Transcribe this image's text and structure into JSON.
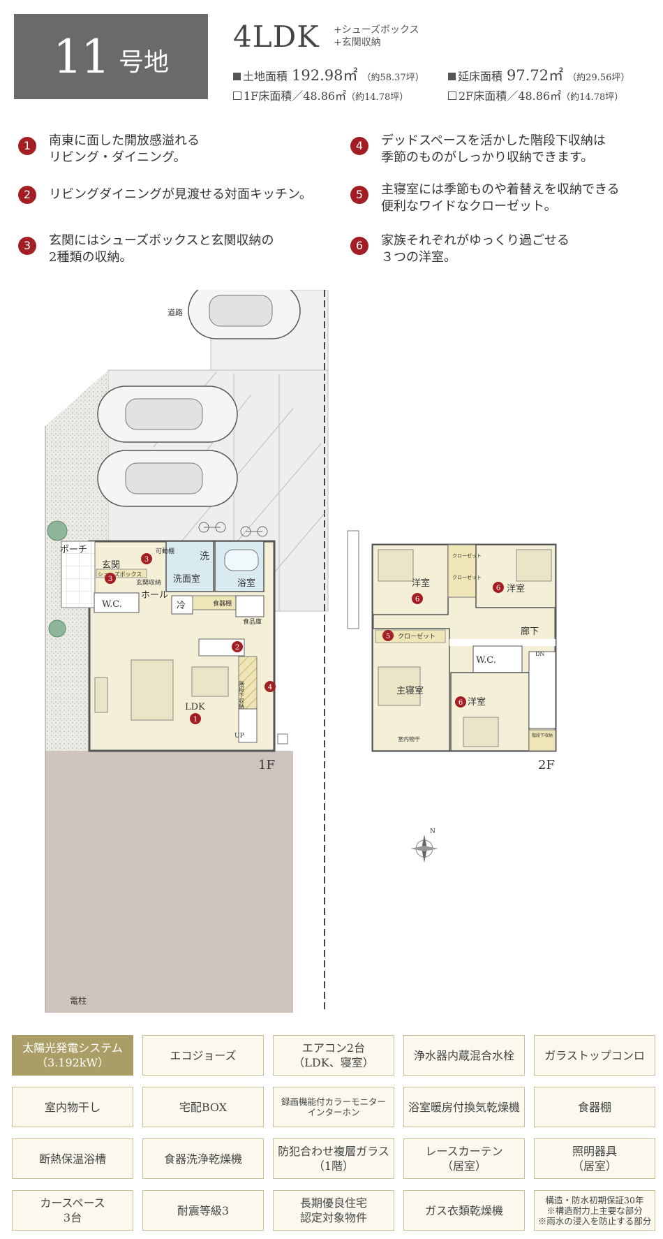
{
  "header": {
    "lot_number": "11",
    "lot_suffix": "号地",
    "layout": "4LDK",
    "layout_extras": [
      "+シューズボックス",
      "+玄関収納"
    ],
    "land_area": {
      "label": "土地面積",
      "value": "192.98㎡",
      "tsubo": "（約58.37坪）"
    },
    "total_floor_area": {
      "label": "延床面積",
      "value": "97.72㎡",
      "tsubo": "（約29.56坪）"
    },
    "floor1_area": {
      "label": "1F床面積／48.86㎡",
      "tsubo": "（約14.78坪）"
    },
    "floor2_area": {
      "label": "2F床面積／48.86㎡",
      "tsubo": "（約14.78坪）"
    }
  },
  "features": [
    {
      "num": "1",
      "lines": [
        "南東に面した開放感溢れる",
        "リビング・ダイニング。"
      ]
    },
    {
      "num": "2",
      "lines": [
        "リビングダイニングが見渡せる対面キッチン。"
      ]
    },
    {
      "num": "3",
      "lines": [
        "玄関にはシューズボックスと玄関収納の",
        "2種類の収納。"
      ]
    },
    {
      "num": "4",
      "lines": [
        "デッドスペースを活かした階段下収納は",
        "季節のものがしっかり収納できます。"
      ]
    },
    {
      "num": "5",
      "lines": [
        "主寝室には季節ものや着替えを収納できる",
        "便利なワイドなクローゼット。"
      ]
    },
    {
      "num": "6",
      "lines": [
        "家族それぞれがゆっくり過ごせる",
        "３つの洋室。"
      ]
    }
  ],
  "floorplan": {
    "road_top": "道路",
    "road_left": "道路",
    "pole": "電柱",
    "porch": "ポーチ",
    "entrance": "玄関",
    "movable_shelf": "可動棚",
    "entrance_storage": "玄関収納",
    "shoebox": "シューズボックス",
    "hall": "ホール",
    "washroom": "洗面室",
    "wash": "洗",
    "bathroom": "浴室",
    "wc": "W.C.",
    "fridge": "冷",
    "dish_shelf": "食器棚",
    "pantry": "食品庫",
    "understair": "階段下収納",
    "ldk": "LDK",
    "up": "UP",
    "floor1": "1F",
    "room_western": "洋室",
    "closet_a": "クローゼット",
    "closet_b": "クローゼット",
    "closet_wide": "クローゼット",
    "corridor": "廊下",
    "dn": "DN",
    "master_bedroom": "主寝室",
    "indoor_dry": "室内物干",
    "stair_storage": "階段下収納",
    "floor2": "2F",
    "compass_n": "N"
  },
  "equipment": [
    {
      "lines": [
        "太陽光発電システム",
        "（3.192kW）"
      ],
      "active": true
    },
    {
      "lines": [
        "エコジョーズ"
      ]
    },
    {
      "lines": [
        "エアコン2台",
        "（LDK、寝室）"
      ]
    },
    {
      "lines": [
        "浄水器内蔵混合水栓"
      ]
    },
    {
      "lines": [
        "ガラストップコンロ"
      ]
    },
    {
      "lines": [
        "室内物干し"
      ]
    },
    {
      "lines": [
        "宅配BOX"
      ]
    },
    {
      "lines": [
        "録画機能付カラーモニター",
        "インターホン"
      ],
      "small": true
    },
    {
      "lines": [
        "浴室暖房付換気乾燥機"
      ]
    },
    {
      "lines": [
        "食器棚"
      ]
    },
    {
      "lines": [
        "断熱保温浴槽"
      ]
    },
    {
      "lines": [
        "食器洗浄乾燥機"
      ]
    },
    {
      "lines": [
        "防犯合わせ複層ガラス",
        "（1階）"
      ]
    },
    {
      "lines": [
        "レースカーテン",
        "（居室）"
      ]
    },
    {
      "lines": [
        "照明器具",
        "（居室）"
      ]
    },
    {
      "lines": [
        "カースペース",
        "3台"
      ]
    },
    {
      "lines": [
        "耐震等級3"
      ]
    },
    {
      "lines": [
        "長期優良住宅",
        "認定対象物件"
      ]
    },
    {
      "lines": [
        "ガス衣類乾燥機"
      ]
    },
    {
      "lines": [
        "構造・防水初期保証30年",
        "※構造耐力上主要な部分",
        "※雨水の浸入を防止する部分"
      ],
      "small": true
    }
  ],
  "colors": {
    "badge": "#6b6a68",
    "marker": "#a31e22",
    "equip_border": "#c9bf96",
    "equip_active": "#aa9d66",
    "room_fill": "#f4f0d8",
    "lot_fill": "#cfc4bd"
  }
}
